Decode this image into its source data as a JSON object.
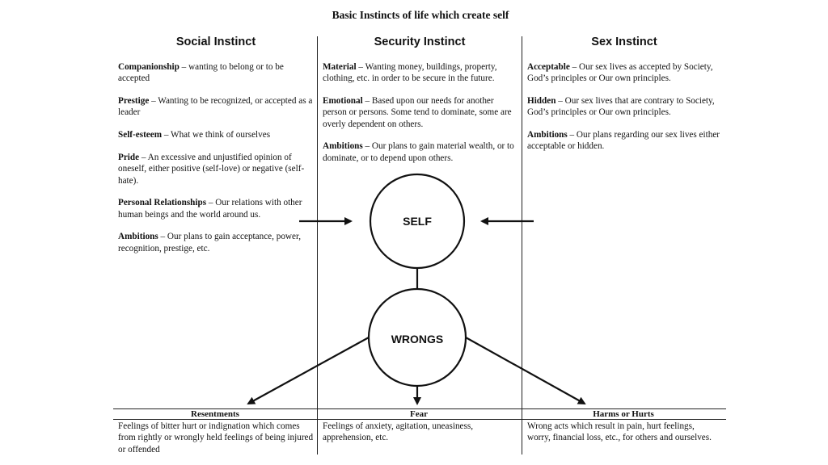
{
  "title": "Basic Instincts of life which create self",
  "columns": [
    {
      "heading": "Social Instinct",
      "items": [
        {
          "term": "Companionship",
          "desc": " – wanting to belong or to be accepted"
        },
        {
          "term": "Prestige",
          "desc": " – Wanting to be recognized, or accepted as a leader"
        },
        {
          "term": "Self-esteem",
          "desc": " – What we think of ourselves"
        },
        {
          "term": "Pride",
          "desc": " – An excessive and unjustified opinion of oneself, either positive (self-love) or negative (self-hate)."
        },
        {
          "term": "Personal Relationships",
          "desc": " – Our relations with other human beings and the world around us."
        },
        {
          "term": "Ambitions",
          "desc": " – Our plans to gain acceptance, power, recognition, prestige, etc."
        }
      ]
    },
    {
      "heading": "Security Instinct",
      "items": [
        {
          "term": "Material",
          "desc": " – Wanting money, buildings, property, clothing, etc. in order to be secure in the future."
        },
        {
          "term": "Emotional",
          "desc": " – Based upon our needs for another person or persons. Some tend to dominate, some are overly dependent on others."
        },
        {
          "term": "Ambitions",
          "desc": " – Our plans to gain material wealth, or to dominate, or to depend upon others."
        }
      ]
    },
    {
      "heading": "Sex Instinct",
      "items": [
        {
          "term": "Acceptable",
          "desc": " – Our sex lives as accepted by Society, God’s principles or Our own principles."
        },
        {
          "term": "Hidden",
          "desc": " – Our sex lives that are contrary to Society, God’s principles or Our own principles."
        },
        {
          "term": "Ambitions",
          "desc": " – Our plans regarding our sex lives either acceptable or hidden."
        }
      ]
    }
  ],
  "circles": {
    "self": "SELF",
    "wrongs": "WRONGS"
  },
  "outcomes": [
    {
      "heading": "Resentments",
      "text": "Feelings of bitter hurt or indignation which comes from rightly or wrongly held feelings of being injured or offended"
    },
    {
      "heading": "Fear",
      "text": "Feelings of anxiety, agitation, uneasiness, apprehension, etc."
    },
    {
      "heading": "Harms or Hurts",
      "text": "Wrong acts which result in pain, hurt feelings, worry, financial loss, etc., for others and ourselves."
    }
  ]
}
